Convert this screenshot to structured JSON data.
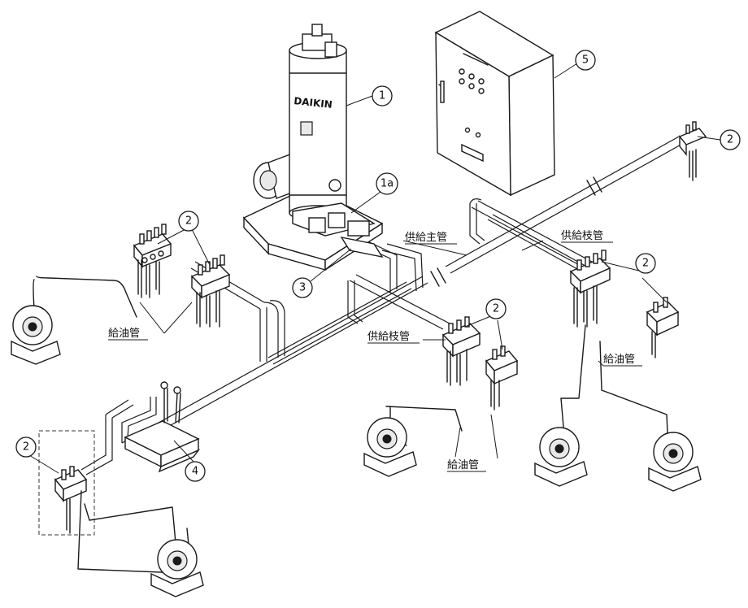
{
  "brand_label": "DAIKIN",
  "callouts": {
    "pump": "1",
    "pump_valve": "1a",
    "divider_valve": "2",
    "filter": "3",
    "pressure_switch": "4",
    "control_panel": "5"
  },
  "labels": {
    "main_supply_pipe": "供給主管",
    "branch_pipe_right": "供給枝管",
    "branch_pipe_center": "供給枝管",
    "oil_pipe_left": "給油管",
    "oil_pipe_center": "給油管",
    "oil_pipe_right": "給油管"
  }
}
